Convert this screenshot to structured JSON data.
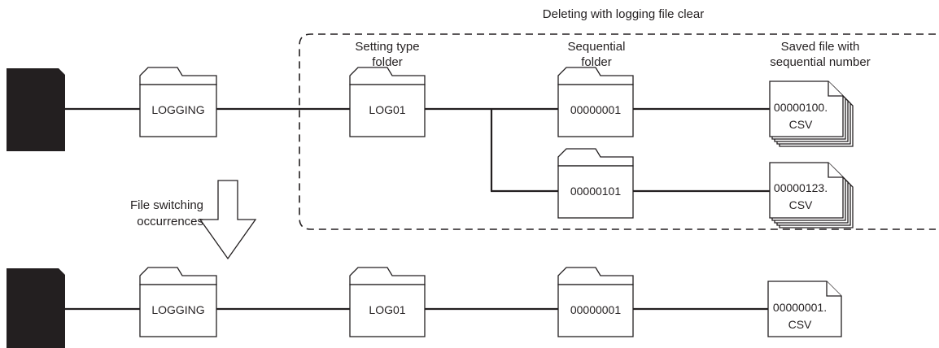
{
  "region_label": "Deleting with logging file clear",
  "column_headers": {
    "setting_type": [
      "Setting type",
      "folder"
    ],
    "sequential": [
      "Sequential",
      "folder"
    ],
    "saved_file": [
      "Saved file with",
      "sequential number"
    ]
  },
  "arrow_label": [
    "File switching",
    "occurrences"
  ],
  "before": {
    "root_folder": "LOGGING",
    "setting_folder": "LOG01",
    "seq_folder_1": "00000001",
    "seq_folder_2": "00000101",
    "file_1": [
      "00000100.",
      "CSV"
    ],
    "file_2": [
      "00000123.",
      "CSV"
    ]
  },
  "after": {
    "root_folder": "LOGGING",
    "setting_folder": "LOG01",
    "seq_folder": "00000001",
    "file": [
      "00000001.",
      "CSV"
    ]
  },
  "colors": {
    "ink": "#231f20",
    "card": "#231f20",
    "background": "#ffffff"
  }
}
